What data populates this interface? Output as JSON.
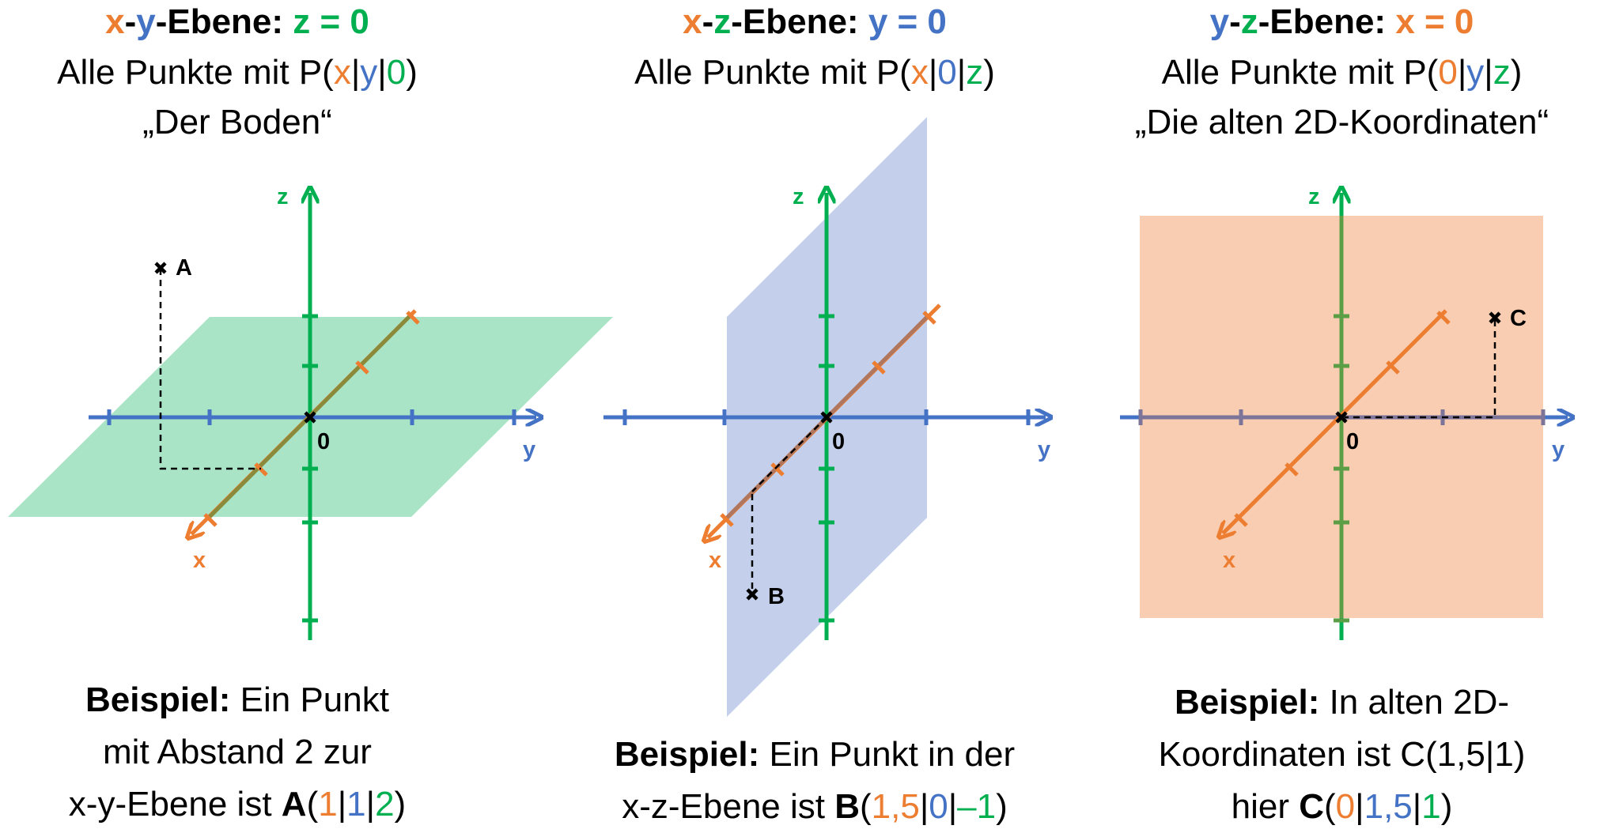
{
  "colors": {
    "x": "#ED7D31",
    "y": "#4472C4",
    "z": "#00B050",
    "plane_xy": "#A9E4C7",
    "plane_xz": "#C4D0EB",
    "plane_yz": "#F8CDB1"
  },
  "axis_labels": {
    "x": "x",
    "y": "y",
    "z": "z",
    "origin": "0"
  },
  "panels": [
    {
      "heading": {
        "a": "x",
        "dash": "-",
        "b": "y",
        "rest": "-Ebene: ",
        "eq": "z = 0"
      },
      "points_prefix": "Alle Punkte mit P(",
      "coords": [
        "x",
        "|",
        "y",
        "|",
        "0"
      ],
      "points_suffix": ")",
      "note": "„Der Boden“",
      "point_label": "A",
      "example": {
        "bold": "Beispiel:",
        "line1": " Ein Punkt",
        "line2": "mit Abstand 2 zur",
        "line3": "x-y-Ebene ist ",
        "pt": "A",
        "open": "(",
        "v1": "1",
        "s1": "|",
        "v2": "1",
        "s2": "|",
        "v3": "2",
        "close": ")"
      }
    },
    {
      "heading": {
        "a": "x",
        "dash": "-",
        "b": "z",
        "rest": "-Ebene: ",
        "eq": "y = 0"
      },
      "points_prefix": "Alle Punkte mit P(",
      "coords": [
        "x",
        "|",
        "0",
        "|",
        "z"
      ],
      "points_suffix": ")",
      "note": "",
      "point_label": "B",
      "example": {
        "bold": "Beispiel:",
        "line1": " Ein Punkt in der",
        "line2": "x-z-Ebene ist ",
        "pt": "B",
        "open": "(",
        "v1": "1,5",
        "s1": "|",
        "v2": "0",
        "s2": "|",
        "v3": "–1",
        "close": ")"
      }
    },
    {
      "heading": {
        "a": "y",
        "dash": "-",
        "b": "z",
        "rest": "-Ebene: ",
        "eq": "x = 0"
      },
      "points_prefix": "Alle Punkte mit P(",
      "coords": [
        "0",
        "|",
        "y",
        "|",
        "z"
      ],
      "points_suffix": ")",
      "note": "„Die alten 2D-Koordinaten“",
      "point_label": "C",
      "example": {
        "bold": "Beispiel:",
        "line1": " In alten 2D-",
        "line2": "Koordinaten ist C(1,5|1)",
        "line3": "hier ",
        "pt": "C",
        "open": "(",
        "v1": "0",
        "s1": "|",
        "v2": "1,5",
        "s2": "|",
        "v3": "1",
        "close": ")"
      }
    }
  ]
}
